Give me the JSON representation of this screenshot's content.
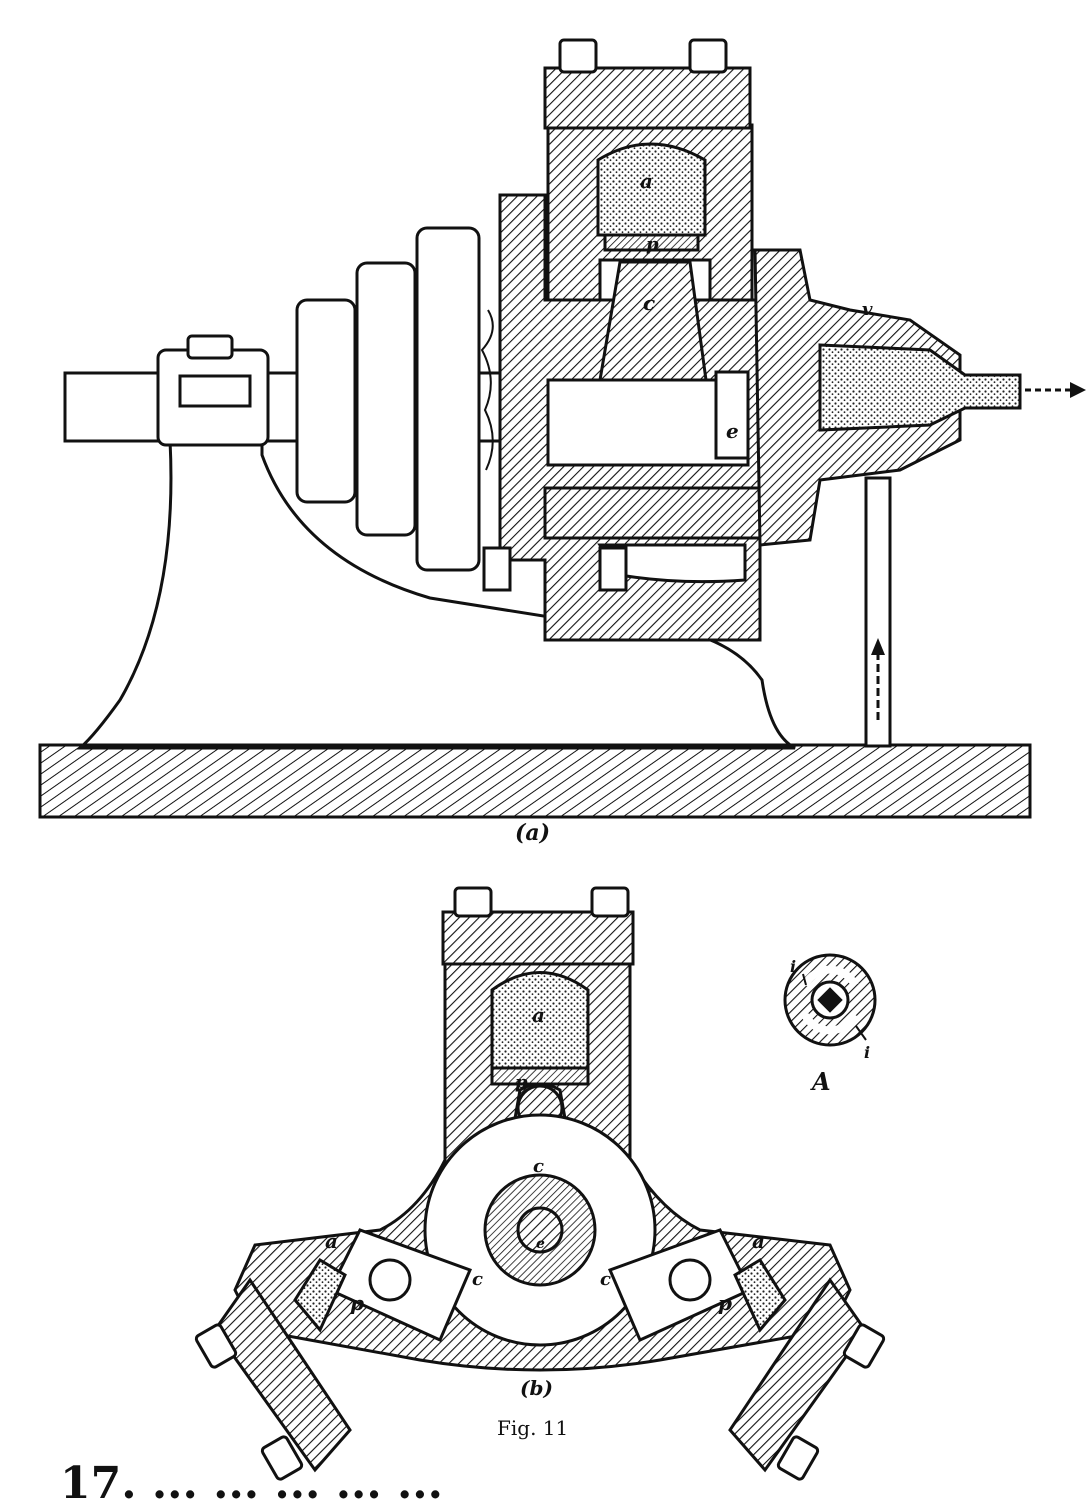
{
  "figure": {
    "caption": "Fig. 11",
    "view_a": {
      "caption": "(a)",
      "labels": [
        "a",
        "p",
        "c",
        "e",
        "v"
      ]
    },
    "view_b": {
      "caption": "(b)",
      "labels": [
        "a",
        "a",
        "a",
        "p",
        "p",
        "p",
        "c",
        "c",
        "c",
        "e"
      ]
    },
    "detail": {
      "caption": "A",
      "labels": [
        "i",
        "i"
      ]
    }
  },
  "footer_text": "17. ... ... ... ... ..."
}
